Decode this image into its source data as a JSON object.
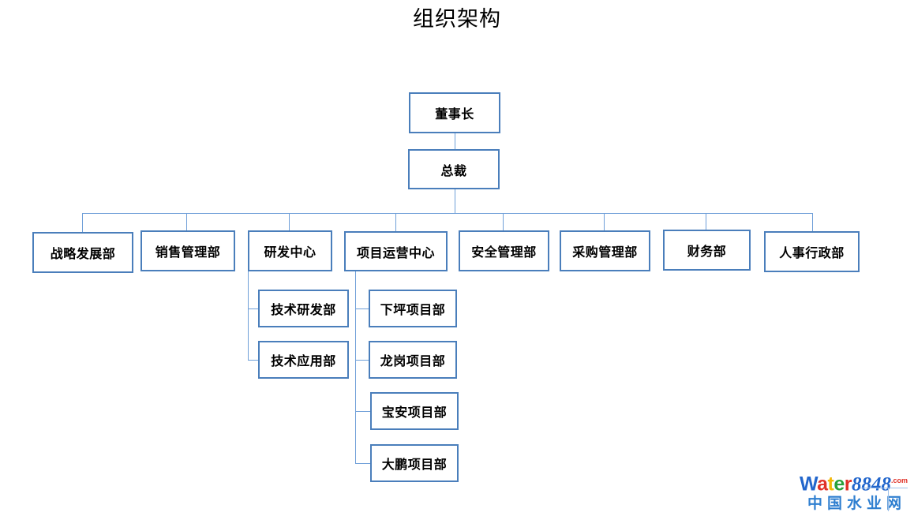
{
  "title": "组织架构",
  "colors": {
    "box_border": "#4a7ebb",
    "connector": "#6f9fd8",
    "text": "#000000",
    "background": "#ffffff",
    "logo_blue": "#2266cc",
    "logo_red": "#e03127",
    "logo_yellow": "#f2b705",
    "logo_green": "#2aa03b",
    "logo_cn_blue": "#2f7fd0"
  },
  "org": {
    "chairman": {
      "label": "董事长"
    },
    "president": {
      "label": "总裁"
    },
    "departments": [
      {
        "label": "战略发展部"
      },
      {
        "label": "销售管理部"
      },
      {
        "label": "研发中心"
      },
      {
        "label": "项目运营中心"
      },
      {
        "label": "安全管理部"
      },
      {
        "label": "采购管理部"
      },
      {
        "label": "财务部"
      },
      {
        "label": "人事行政部"
      }
    ],
    "rd_children": [
      {
        "label": "技术研发部"
      },
      {
        "label": "技术应用部"
      }
    ],
    "project_children": [
      {
        "label": "下坪项目部"
      },
      {
        "label": "龙岗项目部"
      },
      {
        "label": "宝安项目部"
      },
      {
        "label": "大鹏项目部"
      }
    ]
  },
  "logo": {
    "water": "Water",
    "w": "W",
    "a": "a",
    "t": "t",
    "e": "e",
    "r": "r",
    "number": "8848",
    "com": ".com",
    "chinese": "中国水业网"
  }
}
